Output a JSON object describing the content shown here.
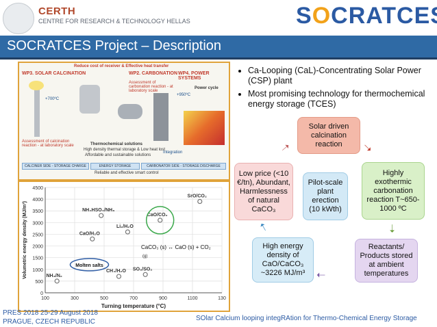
{
  "header": {
    "org_name": "CERTH",
    "org_subtitle": "CENTRE FOR RESEARCH & TECHNOLOGY HELLAS",
    "logo_text_prefix": "S",
    "logo_text_o": "O",
    "logo_text_suffix": "CRATCES"
  },
  "title": "SOCRATCES Project – Description",
  "diagram": {
    "top_note": "Reduce cost of receiver & Effective heat transfer",
    "wp3": "WP3. SOLAR CALCINATION",
    "wp2": "WP2. CARBONATION",
    "wp4": "WP4. POWER SYSTEMS",
    "temp_solar": "+700ºC",
    "temp_power": "+950ºC",
    "assess_calc": "Assessment of calcination reaction - at laboratory scale",
    "assess_carb": "Assessment of carbonation reaction - at laboratory scale",
    "power_cycle": "Power cycle",
    "thermo_solutions": "Thermochemical solutions",
    "thermo_sub": "High density thermal storage & Low heat lost",
    "affordable": "Affordable and sustainable solutions",
    "integration": "Integration",
    "bar_left": "CALCINER SIDE - STORAGE CHARGE",
    "bar_mid": "ENERGY STORAGE",
    "bar_right": "CARBONATOR SIDE - STORAGE DISCHARGE",
    "bottom_note": "Reliable and effective smart control"
  },
  "chart_data": {
    "type": "scatter",
    "xlabel": "Turning temperature (°C)",
    "ylabel": "Volumetric energy density (MJ/m³)",
    "xticks": [
      "100",
      "300",
      "500",
      "700",
      "900",
      "1100",
      "130"
    ],
    "yticks": [
      "0",
      "500",
      "1000",
      "1500",
      "2000",
      "2500",
      "3000",
      "3500",
      "4000",
      "4500"
    ],
    "xlim": [
      100,
      1300
    ],
    "ylim": [
      0,
      4500
    ],
    "points": [
      {
        "label": "SrO/CO₂",
        "x": 1150,
        "y": 3900
      },
      {
        "label": "CaO/CO₂",
        "x": 880,
        "y": 3100
      },
      {
        "label": "NH₄HSO₄/NH₃",
        "x": 480,
        "y": 3300
      },
      {
        "label": "Li₂/H₂O",
        "x": 660,
        "y": 2600
      },
      {
        "label": "CaO/H₂O",
        "x": 420,
        "y": 2300
      },
      {
        "label": "Molten salts",
        "x": 400,
        "y": 1200
      },
      {
        "label": "CH₄/H₂O",
        "x": 600,
        "y": 700
      },
      {
        "label": "SO₃/SO₂",
        "x": 780,
        "y": 780
      },
      {
        "label": "NH₃/N₂",
        "x": 180,
        "y": 500
      }
    ],
    "reaction_main": "CaCO₃ (s) ↔ CaO (s) + CO₂",
    "reaction_sub": "(g)",
    "highlight_color": "#3aa84a"
  },
  "bullets": [
    "Ca-Looping (CaL)-Concentrating Solar Power (CSP) plant",
    "Most promising technology for thermochemical energy storage (TCES)"
  ],
  "cycle": {
    "solar": "Solar driven calcination reaction",
    "highly": "Highly exothermic carbonation reaction T~650-1000 ºC",
    "reactants": "Reactants/ Products stored at ambient temperatures",
    "high_energy": "High energy density of CaO/CaCO₃ ~3226 MJ/m³",
    "low_price": "Low price (<10 €/tn), Abundant, Harmlessness of natural CaCO₃",
    "center": "Pilot-scale plant erection (10 kWth)"
  },
  "footer": {
    "left_line1": "PRES 2018 25-29 August 2018",
    "left_line2": "PRAGUE, CZECH REPUBLIC",
    "right": "SOlar Calcium looping integRAtion for Thermo-Chemical Energy Storage"
  },
  "colors": {
    "title_bar": "#2f6aa5",
    "accent_orange": "#f2a21a",
    "text_blue": "#2b5aa3",
    "panel_border": "#e0a33a"
  }
}
